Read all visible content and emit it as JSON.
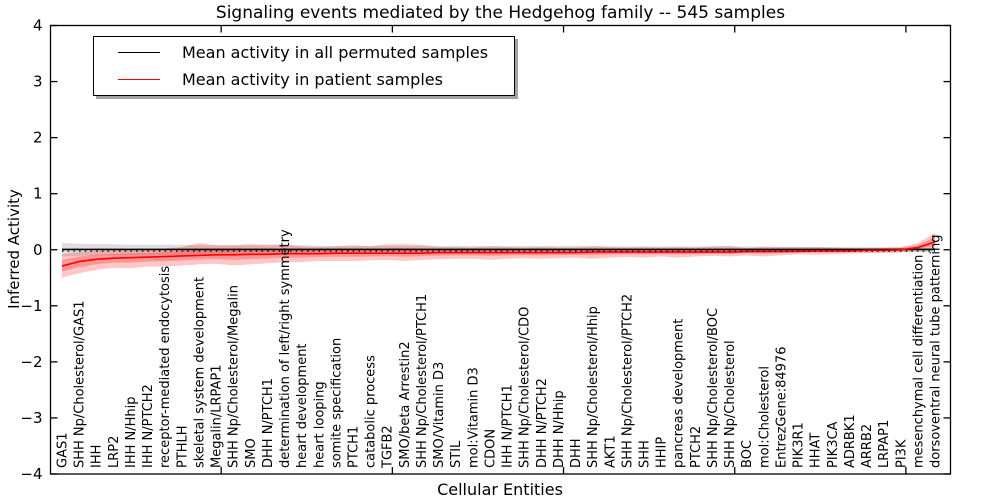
{
  "title": "Signaling events mediated by the Hedgehog family -- 545 samples",
  "legend": {
    "items": [
      {
        "label": "Mean activity in all permuted samples",
        "color": "#000000"
      },
      {
        "label": "Mean activity in patient samples",
        "color": "#ff0000"
      }
    ]
  },
  "axes": {
    "ylabel": "Inferred Activity",
    "xlabel": "Cellular Entities",
    "yticks": [
      4,
      3,
      2,
      1,
      0,
      -1,
      -2,
      -3,
      -4
    ],
    "ylim": [
      -4,
      4
    ]
  },
  "chart_data": {
    "type": "line",
    "title": "Signaling events mediated by the Hedgehog family -- 545 samples",
    "xlabel": "Cellular Entities",
    "ylabel": "Inferred Activity",
    "ylim": [
      -4,
      4
    ],
    "grid": false,
    "legend_position": "upper left",
    "categories": [
      "GAS1",
      "SHH Np/Cholesterol/GAS1",
      "IHH",
      "LRP2",
      "IHH N/Hhip",
      "IHH N/PTCH2",
      "receptor-mediated endocytosis",
      "PTHLH",
      "skeletal system development",
      "Megalin/LRPAP1",
      "SHH Np/Cholesterol/Megalin",
      "SMO",
      "DHH N/PTCH1",
      "determination of left/right symmetry",
      "heart development",
      "heart looping",
      "somite specification",
      "PTCH1",
      "catabolic process",
      "TGFB2",
      "SMO/beta Arrestin2",
      "SHH Np/Cholesterol/PTCH1",
      "SMO/Vitamin D3",
      "STIL",
      "mol:Vitamin D3",
      "CDON",
      "IHH N/PTCH1",
      "SHH Np/Cholesterol/CDO",
      "DHH N/PTCH2",
      "DHH N/Hhip",
      "DHH",
      "SHH Np/Cholesterol/Hhip",
      "AKT1",
      "SHH Np/Cholesterol/PTCH2",
      "SHH",
      "HHIP",
      "pancreas development",
      "PTCH2",
      "SHH Np/Cholesterol/BOC",
      "SHH Np/Cholesterol",
      "BOC",
      "mol:Cholesterol",
      "EntrezGene:84976",
      "PIK3R1",
      "HHAT",
      "PIK3CA",
      "ADRBK1",
      "ARRB2",
      "LRPAP1",
      "PI3K",
      "mesenchymal cell differentiation",
      "dorsoventral neural tube patterning"
    ],
    "series": [
      {
        "name": "Mean activity in all permuted samples",
        "color": "#000000",
        "values": [
          0,
          0,
          0,
          0,
          0,
          0,
          0,
          0,
          0,
          0,
          0,
          0,
          0,
          0,
          0,
          0,
          0,
          0,
          0,
          0,
          0,
          0,
          0,
          0,
          0,
          0,
          0,
          0,
          0,
          0,
          0,
          0,
          0,
          0,
          0,
          0,
          0,
          0,
          0,
          0,
          0,
          0,
          0,
          0,
          0,
          0,
          0,
          0,
          0,
          0,
          0,
          0
        ]
      },
      {
        "name": "Mean activity in patient samples",
        "color": "#ff0000",
        "values": [
          -0.28,
          -0.2,
          -0.16,
          -0.14,
          -0.13,
          -0.12,
          -0.11,
          -0.1,
          -0.09,
          -0.08,
          -0.08,
          -0.07,
          -0.07,
          -0.06,
          -0.06,
          -0.06,
          -0.05,
          -0.05,
          -0.05,
          -0.05,
          -0.05,
          -0.05,
          -0.04,
          -0.04,
          -0.04,
          -0.04,
          -0.04,
          -0.04,
          -0.04,
          -0.04,
          -0.04,
          -0.03,
          -0.03,
          -0.03,
          -0.03,
          -0.03,
          -0.03,
          -0.03,
          -0.03,
          -0.03,
          -0.02,
          -0.02,
          -0.02,
          -0.02,
          -0.01,
          -0.01,
          -0.01,
          0.0,
          0.0,
          0.01,
          0.05,
          0.15
        ]
      }
    ],
    "bands": [
      {
        "name": "permuted samples range",
        "color": "rgba(0,0,0,0.13)",
        "upper": [
          0.12,
          0.11,
          0.1,
          0.1,
          0.09,
          0.09,
          0.09,
          0.09,
          0.08,
          0.08,
          0.08,
          0.08,
          0.08,
          0.08,
          0.08,
          0.07,
          0.07,
          0.07,
          0.07,
          0.07,
          0.07,
          0.07,
          0.07,
          0.07,
          0.07,
          0.07,
          0.07,
          0.07,
          0.07,
          0.07,
          0.07,
          0.07,
          0.06,
          0.06,
          0.06,
          0.06,
          0.06,
          0.06,
          0.06,
          0.06,
          0.06,
          0.06,
          0.05,
          0.05,
          0.05,
          0.05,
          0.05,
          0.05,
          0.04,
          0.04,
          0.04,
          0.04
        ],
        "lower": [
          -0.12,
          -0.11,
          -0.1,
          -0.1,
          -0.09,
          -0.09,
          -0.09,
          -0.09,
          -0.08,
          -0.08,
          -0.08,
          -0.08,
          -0.08,
          -0.08,
          -0.08,
          -0.07,
          -0.07,
          -0.07,
          -0.07,
          -0.07,
          -0.07,
          -0.07,
          -0.07,
          -0.07,
          -0.07,
          -0.07,
          -0.07,
          -0.07,
          -0.07,
          -0.07,
          -0.07,
          -0.07,
          -0.06,
          -0.06,
          -0.06,
          -0.06,
          -0.06,
          -0.06,
          -0.06,
          -0.06,
          -0.06,
          -0.06,
          -0.05,
          -0.05,
          -0.05,
          -0.05,
          -0.05,
          -0.05,
          -0.04,
          -0.04,
          -0.04,
          -0.04
        ]
      },
      {
        "name": "patient samples range",
        "color": "rgba(255,0,0,0.22)",
        "upper": [
          -0.08,
          -0.04,
          -0.02,
          -0.01,
          0.0,
          0.0,
          0.02,
          0.05,
          0.12,
          0.08,
          0.08,
          0.1,
          0.09,
          0.1,
          0.06,
          0.05,
          0.06,
          0.08,
          0.06,
          0.1,
          0.1,
          0.09,
          0.05,
          0.05,
          0.04,
          0.06,
          0.05,
          0.04,
          0.05,
          0.04,
          0.04,
          0.06,
          0.05,
          0.04,
          0.05,
          0.04,
          0.05,
          0.04,
          0.06,
          0.07,
          0.03,
          0.05,
          0.05,
          0.05,
          0.05,
          0.04,
          0.03,
          0.03,
          0.04,
          0.05,
          0.12,
          0.3
        ],
        "lower": [
          -0.5,
          -0.42,
          -0.36,
          -0.32,
          -0.33,
          -0.3,
          -0.3,
          -0.28,
          -0.26,
          -0.25,
          -0.28,
          -0.26,
          -0.24,
          -0.22,
          -0.22,
          -0.2,
          -0.2,
          -0.2,
          -0.19,
          -0.18,
          -0.2,
          -0.18,
          -0.17,
          -0.16,
          -0.16,
          -0.18,
          -0.16,
          -0.15,
          -0.16,
          -0.15,
          -0.14,
          -0.16,
          -0.14,
          -0.13,
          -0.14,
          -0.12,
          -0.14,
          -0.12,
          -0.11,
          -0.12,
          -0.1,
          -0.12,
          -0.1,
          -0.08,
          -0.09,
          -0.08,
          -0.07,
          -0.06,
          -0.06,
          -0.05,
          -0.02,
          0.0
        ]
      }
    ]
  }
}
